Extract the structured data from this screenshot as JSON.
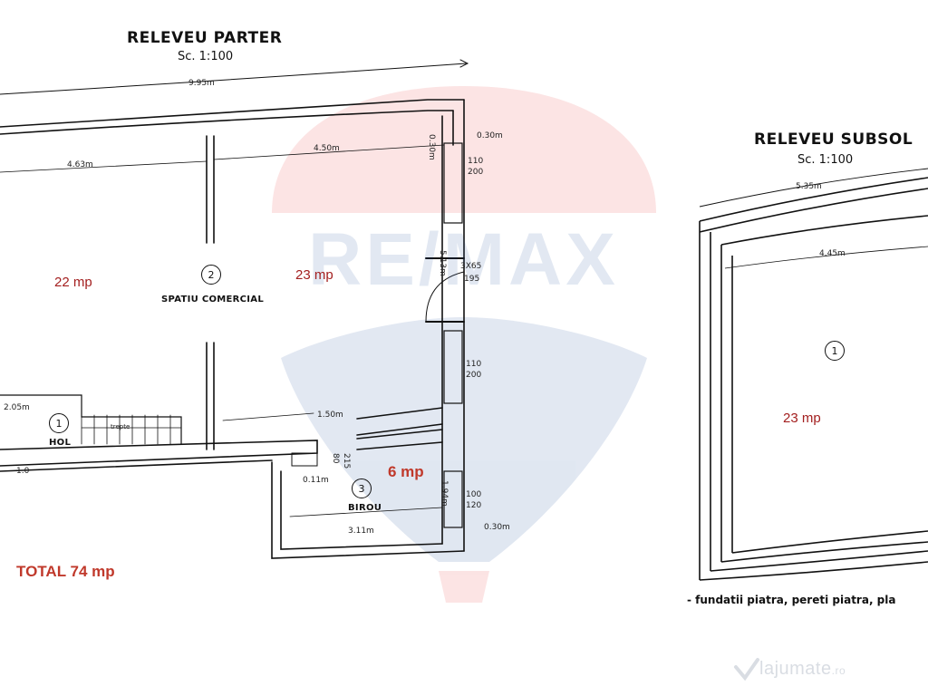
{
  "ground_floor": {
    "title": "RELEVEU PARTER",
    "scale": "Sc. 1:100",
    "dimensions": {
      "overall_width": "9.95m",
      "left_room_width": "4.63m",
      "middle_room_width": "4.50m",
      "wall_right": "0.30m",
      "wall_vertical": "0.30m",
      "window_top_a": "110",
      "window_top_b": "200",
      "door_a": "3X65",
      "door_b": "195",
      "door_vertical": "5.13m",
      "window_mid_a": "110",
      "window_mid_b": "200",
      "hall_width": "2.05m",
      "stair_label": "trepte",
      "hall_bottom": "1.0",
      "office_inner": "0.11m",
      "office_window_a": "80",
      "office_window_b": "215",
      "corridor_width": "1.50m",
      "office_height": "1.94m",
      "office_window_c": "100",
      "office_window_d": "120",
      "office_wall_right": "0.30m",
      "office_width": "3.11m"
    },
    "rooms": [
      {
        "number": "1",
        "name": "HOL"
      },
      {
        "number": "2",
        "name": "SPATIU COMERCIAL"
      },
      {
        "number": "3",
        "name": "BIROU"
      }
    ],
    "areas": {
      "left": "22 mp",
      "middle": "23 mp",
      "office": "6 mp"
    },
    "total": "TOTAL 74 mp"
  },
  "basement": {
    "title": "RELEVEU SUBSOL",
    "scale": "Sc. 1:100",
    "dimensions": {
      "outer_width": "5.35m",
      "inner_width": "4.45m"
    },
    "room_number": "1",
    "area": "23 mp",
    "note": "- fundatii piatra, pereti piatra, pla"
  },
  "watermark": {
    "text": "RE/MAX",
    "site": "lajumate",
    "site_tld": ".ro",
    "colors": {
      "red": "#e8312f",
      "blue": "#1d4f9c"
    }
  }
}
